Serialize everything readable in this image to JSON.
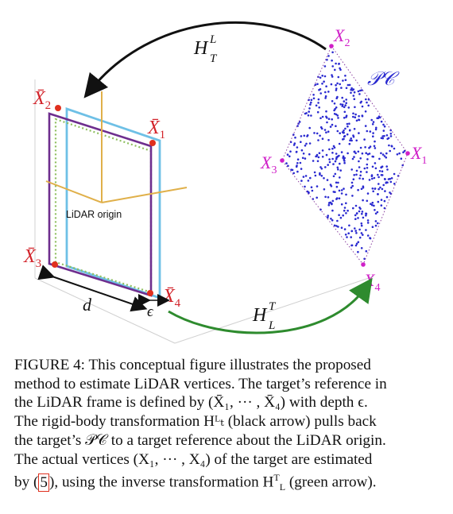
{
  "figure": {
    "lidar_frame_vertices": {
      "v2": "X̄",
      "v2_sub": "2",
      "v1": "X̄",
      "v1_sub": "1",
      "v3": "X̄",
      "v3_sub": "3",
      "v4": "X̄",
      "v4_sub": "4"
    },
    "target_vertices": {
      "v2": "X",
      "v2_sub": "2",
      "v1": "X",
      "v1_sub": "1",
      "v3": "X",
      "v3_sub": "3",
      "v4": "X",
      "v4_sub": "4"
    },
    "pc_label": "𝒫𝒞",
    "origin_label": "LiDAR origin",
    "depth_label": "d",
    "epsilon_label": "ϵ",
    "black_arrow_label": {
      "base": "H",
      "sup": "L",
      "sub": "T"
    },
    "green_arrow_label": {
      "base": "H",
      "sup": "T",
      "sub": "L"
    },
    "colors": {
      "vertex_dot": "#e0301e",
      "target_points": "#2a2ad0",
      "target_edge": "#8a3fa0",
      "frame_purple": "#6e2e8e",
      "frame_blue": "#6ec0e6",
      "dotted_green": "#8fbf60",
      "axis_orange": "#e0b04a",
      "vertex_label_red": "#d2232a",
      "target_label_magenta": "#d020c8",
      "pc_label_blue": "#2a2ad0",
      "green_arrow": "#2e8b2e",
      "black_arrow": "#111111"
    }
  },
  "caption": {
    "lines": [
      "FIGURE 4: This conceptual figure illustrates the proposed",
      "method to estimate LiDAR vertices. The target’s reference in",
      "the LiDAR frame is defined by (X̄₁, ··· , X̄₄) with depth ϵ.",
      "The rigid-body transformation Hᴸₜ (black arrow) pulls back",
      "the target’s 𝒫𝒞 to a target reference about the LiDAR origin.",
      "The actual vertices (X₁, ··· , X₄) of the target are estimated",
      "by (5), using the inverse transformation Hᵀₗ (green arrow)."
    ],
    "ref_number": "5"
  }
}
